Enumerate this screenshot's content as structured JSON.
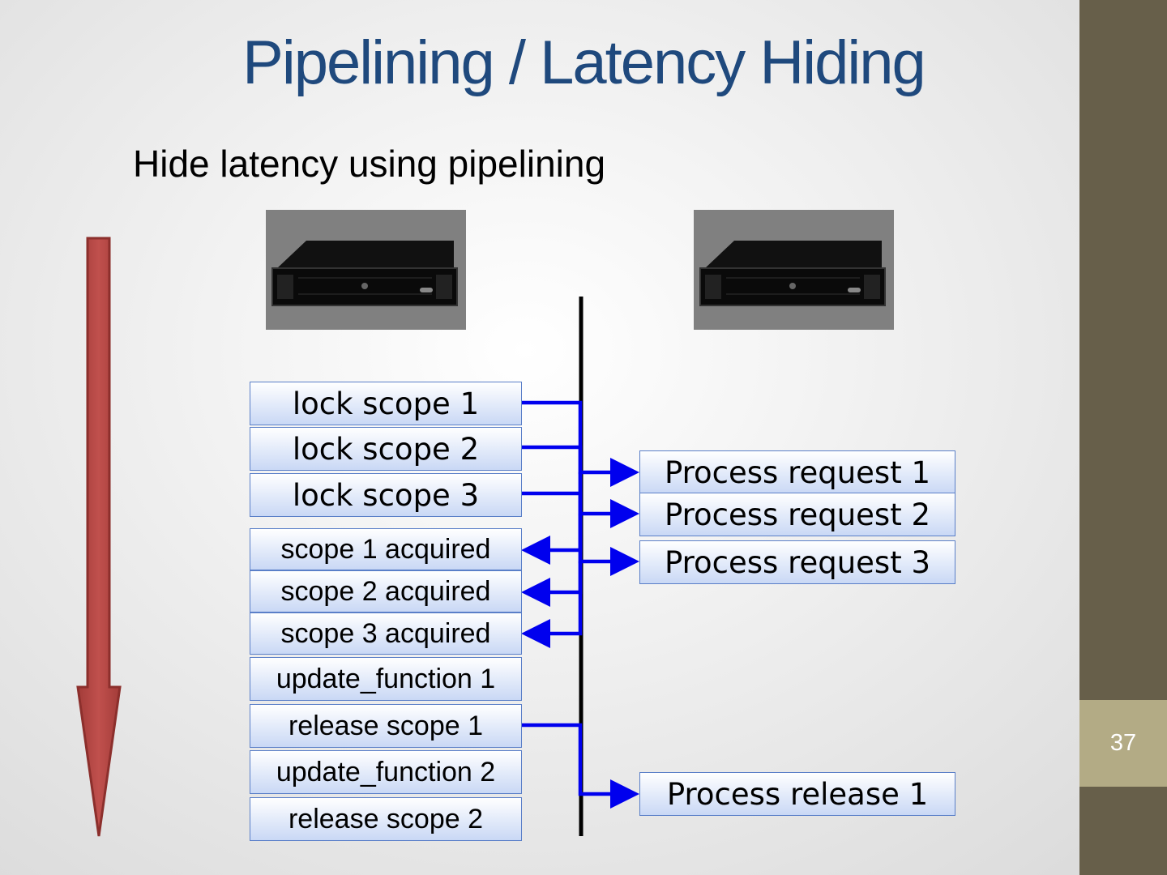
{
  "title": "Pipelining / Latency Hiding",
  "subtitle": "Hide latency using pipelining",
  "edge_fragment": "!",
  "slide_number": "37",
  "colors": {
    "title": "#1f497d",
    "arrow_fill": "#c0504d",
    "connector": "#0000ee",
    "sidebar": "#675f4a",
    "slide_number_box": "#b3ab85",
    "box_border": "#5a7fc8"
  },
  "machines": [
    {
      "name": "machine-1",
      "icon": "server-icon"
    },
    {
      "name": "machine-2",
      "icon": "server-icon"
    }
  ],
  "left_steps": [
    "lock scope 1",
    "lock scope 2",
    "lock scope 3",
    "scope 1 acquired",
    "scope 2 acquired",
    "scope 3 acquired",
    "update_function 1",
    "release scope 1",
    "update_function 2",
    "release scope 2"
  ],
  "right_steps": [
    "Process request 1",
    "Process request 2",
    "Process request 3",
    "Process release 1"
  ]
}
